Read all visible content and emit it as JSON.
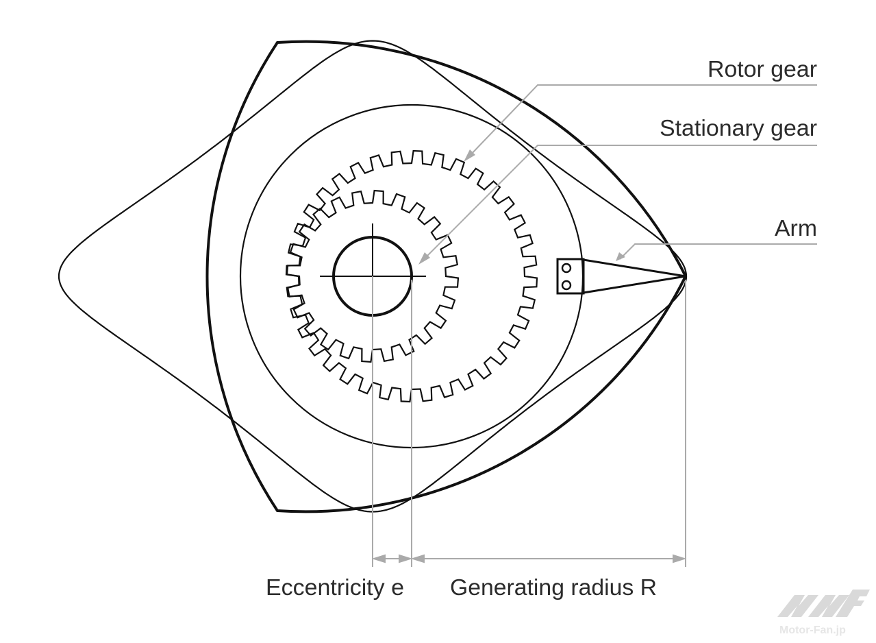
{
  "title": "Rotary engine geometry: rotor, housing and gears",
  "labels": {
    "rotor_gear": "Rotor gear",
    "stationary_gear": "Stationary gear",
    "arm": "Arm",
    "eccentricity": "Eccentricity e",
    "generating_radius": "Generating radius R"
  },
  "parts": {
    "rotor_gear_teeth": 36,
    "stationary_gear_teeth": 24
  },
  "colors": {
    "line": "#111111",
    "leader": "#aaaaaa",
    "text": "#2b2b2b",
    "watermark": "#d9d9d9"
  },
  "watermark": {
    "logo": "MF",
    "text": "Motor-Fan.jp"
  }
}
